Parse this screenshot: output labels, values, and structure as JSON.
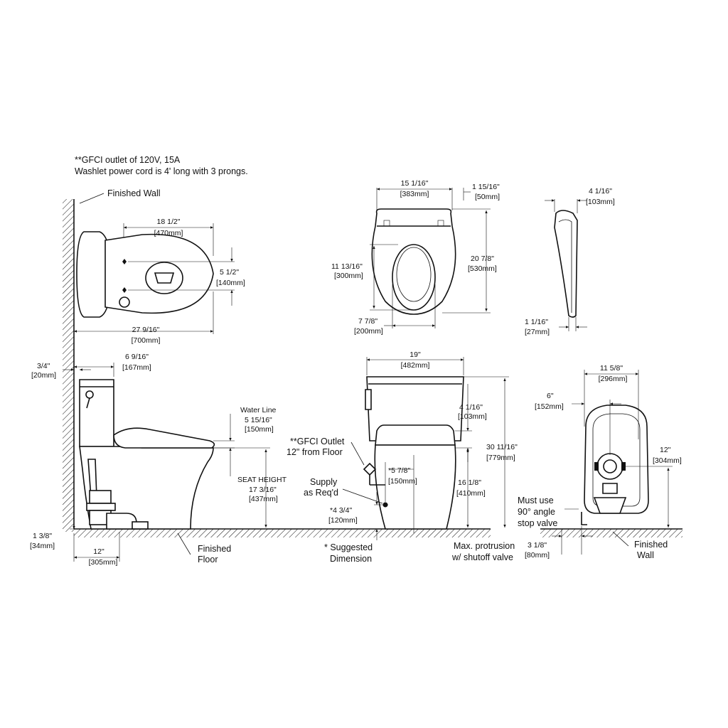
{
  "notes": {
    "gfci_line1": "**GFCI outlet of 120V, 15A",
    "gfci_line2": "Washlet power cord is 4' long with 3 prongs."
  },
  "side_view": {
    "finished_wall": "Finished Wall",
    "finished_floor_1": "Finished",
    "finished_floor_2": "Floor",
    "water_line_1": "Water Line",
    "water_line_2": "5 15/16\"",
    "water_line_3": "[150mm]",
    "seat_height_1": "SEAT HEIGHT",
    "seat_height_2": "17 3/16\"",
    "seat_height_3": "[437mm]",
    "tank_depth_1": "6 9/16\"",
    "tank_depth_2": "[167mm]",
    "wall_gap_1": "3/4\"",
    "wall_gap_2": "[20mm]",
    "supply_height_1": "1 3/8\"",
    "supply_height_2": "[34mm]",
    "rough_in_1": "12\"",
    "rough_in_2": "[305mm]"
  },
  "top_view": {
    "bowl_length_1": "18 1/2\"",
    "bowl_length_2": "[470mm]",
    "bolt_spacing_1": "5 1/2\"",
    "bolt_spacing_2": "[140mm]",
    "overall_length_1": "27 9/16\"",
    "overall_length_2": "[700mm]"
  },
  "seat_top_view": {
    "width_1": "15 1/16\"",
    "width_2": "[383mm]",
    "hinge_1": "1 15/16\"",
    "hinge_2": "[50mm]",
    "inner_length_1": "11 13/16\"",
    "inner_length_2": "[300mm]",
    "length_1": "20 7/8\"",
    "length_2": "[530mm]",
    "opening_1": "7 7/8\"",
    "opening_2": "[200mm]"
  },
  "seat_side_view": {
    "height_1": "4 1/16\"",
    "height_2": "[103mm]",
    "thickness_1": "1 1/16\"",
    "thickness_2": "[27mm]"
  },
  "front_view": {
    "width_1": "19\"",
    "width_2": "[482mm]",
    "tank_height_1": "4 1/16\"",
    "tank_height_2": "[103mm]",
    "overall_height_1": "30 11/16\"",
    "overall_height_2": "[779mm]",
    "rim_height_1": "16 1/8\"",
    "rim_height_2": "[410mm]",
    "outlet_1": "**GFCI Outlet",
    "outlet_2": "12\" from Floor",
    "supply_1": "Supply",
    "supply_2": "as Req'd",
    "supply_offset_1": "*5 7/8\"",
    "supply_offset_2": "[150mm]",
    "supply_height_1": "*4 3/4\"",
    "supply_height_2": "[120mm]",
    "suggested_1": "* Suggested",
    "suggested_2": "Dimension",
    "protrusion_1": "Max. protrusion",
    "protrusion_2": "w/ shutoff valve"
  },
  "back_view": {
    "width_1": "11 5/8\"",
    "width_2": "[296mm]",
    "offset_1": "6\"",
    "offset_2": "[152mm]",
    "height_1": "12\"",
    "height_2": "[304mm]",
    "valve_1": "Must use",
    "valve_2": "90° angle",
    "valve_3": "stop valve",
    "wall_gap_1": "3 1/8\"",
    "wall_gap_2": "[80mm]",
    "finished_wall_1": "Finished",
    "finished_wall_2": "Wall"
  }
}
